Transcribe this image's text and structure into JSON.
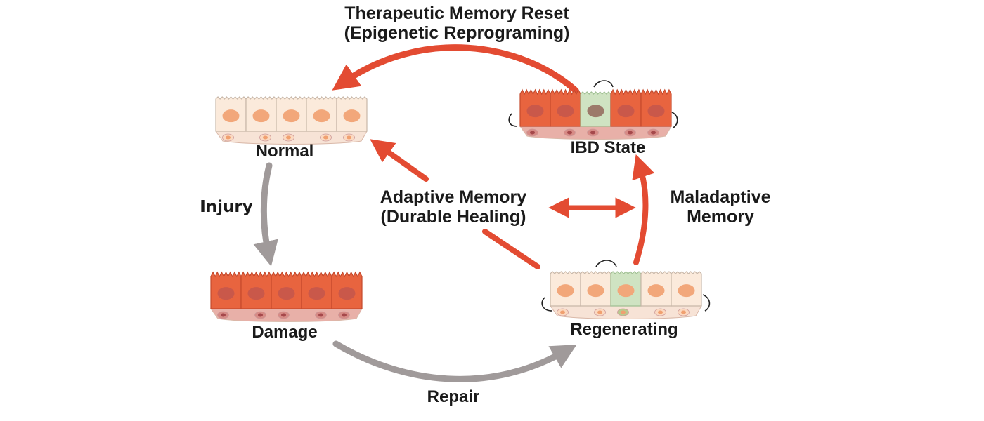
{
  "title": {
    "line1": "Therapeutic Memory Reset",
    "line2": "(Epigenetic Reprograming)"
  },
  "stages": {
    "normal": "Normal",
    "damage": "Damage",
    "regenerating": "Regenerating",
    "ibd": "IBD State"
  },
  "transitions": {
    "injury": "Injury",
    "repair": "Repair",
    "adaptive_line1": "Adaptive Memory",
    "adaptive_line2": "(Durable Healing)",
    "maladaptive_line1": "Maladaptive",
    "maladaptive_line2": "Memory"
  },
  "colors": {
    "red_arrow": "#e34b32",
    "gray_arrow": "#a09a9a",
    "healthy_cell": "#fbeadb",
    "healthy_nucleus": "#f2a77a",
    "damaged_cell": "#e8643f",
    "damaged_nucleus": "#c9584a",
    "stem_cell": "#cfe3c2",
    "stroma_pink": "#e8b0a8"
  },
  "tissues": {
    "normal": [
      "healthy",
      "healthy",
      "healthy",
      "healthy",
      "healthy"
    ],
    "damage": [
      "damaged",
      "damaged",
      "damaged",
      "damaged",
      "damaged"
    ],
    "regenerating": [
      "healthy",
      "healthy",
      "stem",
      "healthy",
      "healthy"
    ],
    "ibd": [
      "damaged",
      "damaged",
      "stem",
      "damaged",
      "damaged"
    ]
  }
}
